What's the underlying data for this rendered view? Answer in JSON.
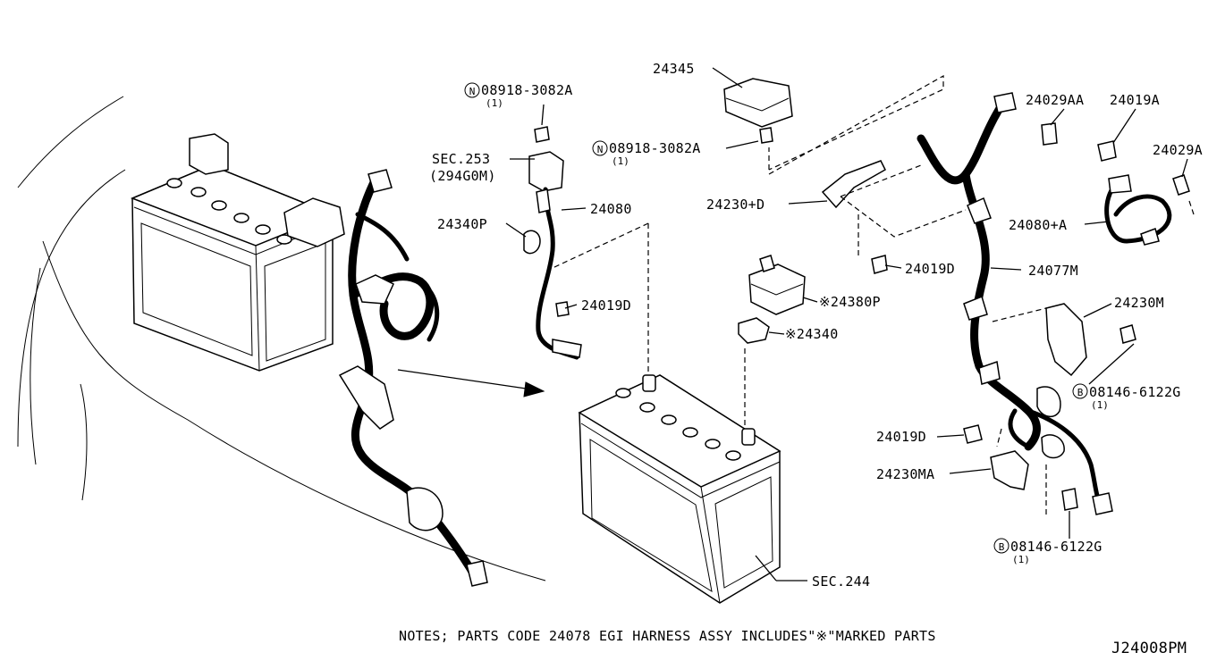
{
  "labels": {
    "p24345": "24345",
    "n08918_top": "08918-3082A",
    "n08918_top_qty": "(1)",
    "sec253": "SEC.253",
    "sec253_sub": "(294G0M)",
    "p24340P": "24340P",
    "p24080": "24080",
    "p24019D_a": "24019D",
    "n08918_mid": "08918-3082A",
    "n08918_mid_qty": "(1)",
    "p24230D": "24230+D",
    "p24019D_b": "24019D",
    "p24380P": "※24380P",
    "p24340": "※24340",
    "p24029AA": "24029AA",
    "p24019A": "24019A",
    "p24029A": "24029A",
    "p24080A": "24080+A",
    "p24077M": "24077M",
    "p24230M": "24230M",
    "b08146_top": "08146-6122G",
    "b08146_top_qty": "(1)",
    "p24019D_c": "24019D",
    "p24230MA": "24230MA",
    "b08146_bot": "08146-6122G",
    "b08146_bot_qty": "(1)",
    "sec244": "SEC.244",
    "prefix_n": "N",
    "prefix_b": "B"
  },
  "notes": "NOTES; PARTS CODE 24078   EGI HARNESS ASSY INCLUDES\"※\"MARKED PARTS",
  "diagram_code": "J24008PM"
}
